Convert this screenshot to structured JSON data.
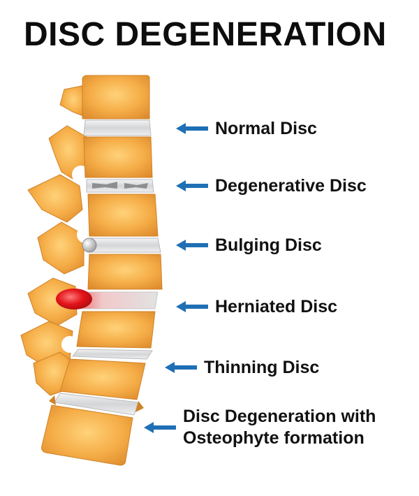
{
  "title": "DISC DEGENERATION",
  "colors": {
    "bone": "#f2a742",
    "bone_light": "#ffcb6b",
    "bone_dark": "#d9872a",
    "disc": "#d9dadc",
    "herniation": "#e2141b",
    "arrow": "#1f6fb5",
    "text": "#111111"
  },
  "labels": [
    {
      "id": "normal",
      "text": "Normal Disc"
    },
    {
      "id": "degenerative",
      "text": "Degenerative Disc"
    },
    {
      "id": "bulging",
      "text": "Bulging Disc"
    },
    {
      "id": "herniated",
      "text": "Herniated Disc"
    },
    {
      "id": "thinning",
      "text": "Thinning Disc"
    },
    {
      "id": "osteophyte",
      "text_line1": "Disc Degeneration with",
      "text_line2": "Osteophyte formation"
    }
  ]
}
